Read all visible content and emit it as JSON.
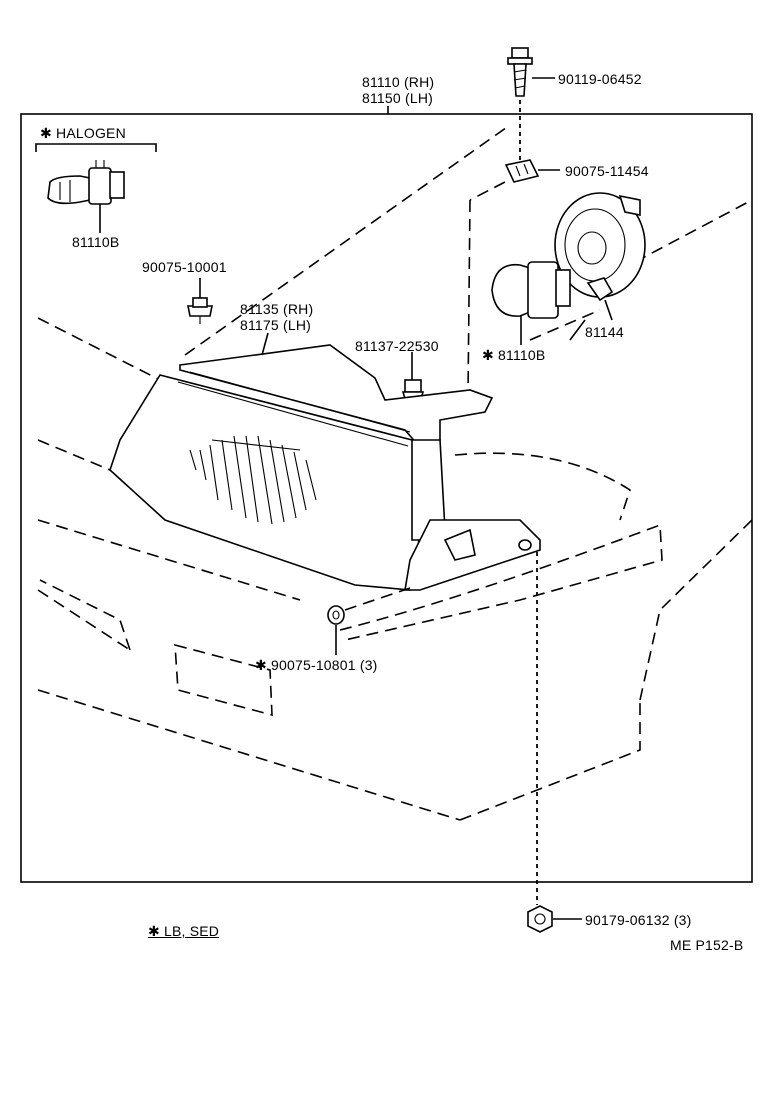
{
  "labels": {
    "assy_rh": "81110 (RH)",
    "assy_lh": "81150 (LH)",
    "halogen": "✱ HALOGEN",
    "bulb_halogen": "81110B",
    "screw": "90119-06452",
    "clip": "90075-11454",
    "grommet_top": "90075-10001",
    "housing_rh": "81135 (RH)",
    "housing_lh": "81175 (LH)",
    "retainer": "81137-22530",
    "bulb_lb": "✱ 81110B",
    "socket": "81144",
    "nut_lower": "✱  90075-10801 (3)",
    "nut_bottom": "90179-06132 (3)",
    "legend": "✱  LB, SED",
    "page_code": "ME P152-B"
  }
}
